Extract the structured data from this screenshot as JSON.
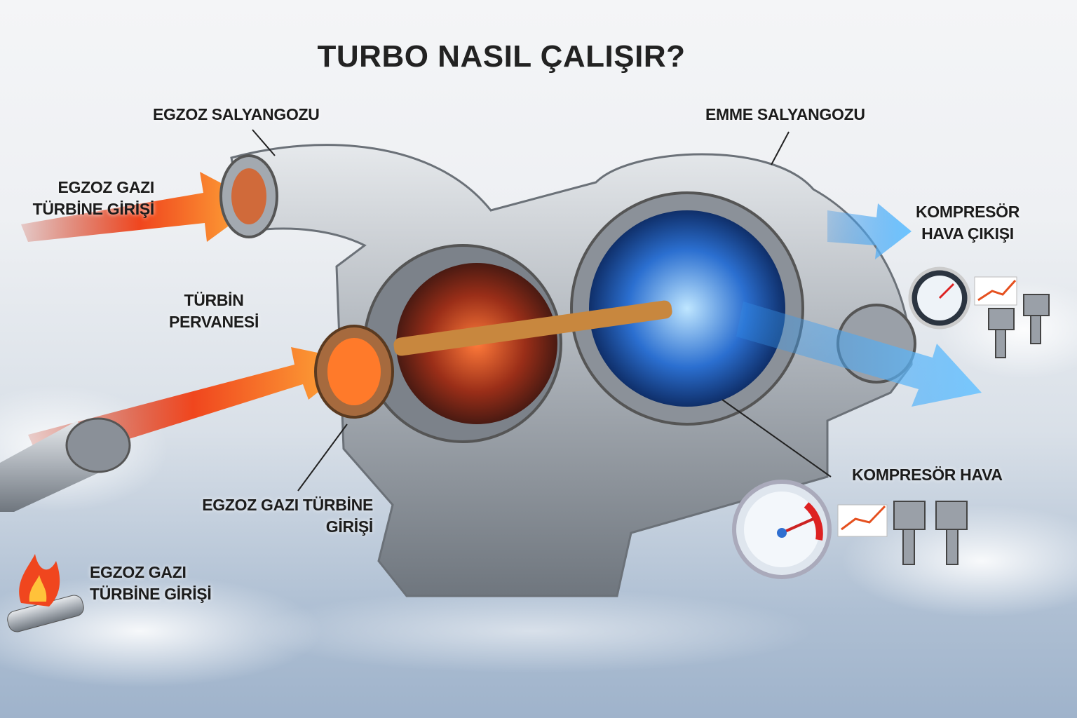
{
  "title": "TURBO NASIL ÇALIŞIR?",
  "labels": {
    "exhaust_housing": "EGZOZ SALYANGOZU",
    "intake_housing": "EMME SALYANGOZU",
    "exhaust_inlet_top": [
      "EGZOZ GAZI",
      "TÜRBİNE GİRİŞİ"
    ],
    "turbine_wheel": [
      "TÜRBİN",
      "PERVANESİ"
    ],
    "compressor_outlet": [
      "KOMPRESÖR",
      "HAVA ÇIKIŞI"
    ],
    "compressor_air": "KOMPRESÖR HAVA",
    "exhaust_inlet_middle": [
      "EGZOZ GAZI TÜRBİNE",
      "GİRİŞİ"
    ],
    "exhaust_inlet_bottom": [
      "EGZOZ GAZI",
      "TÜRBİNE GİRİŞİ"
    ]
  },
  "colors": {
    "hot": "#f0461e",
    "cold": "#2f8fe8",
    "metal": "#a9afb6"
  }
}
